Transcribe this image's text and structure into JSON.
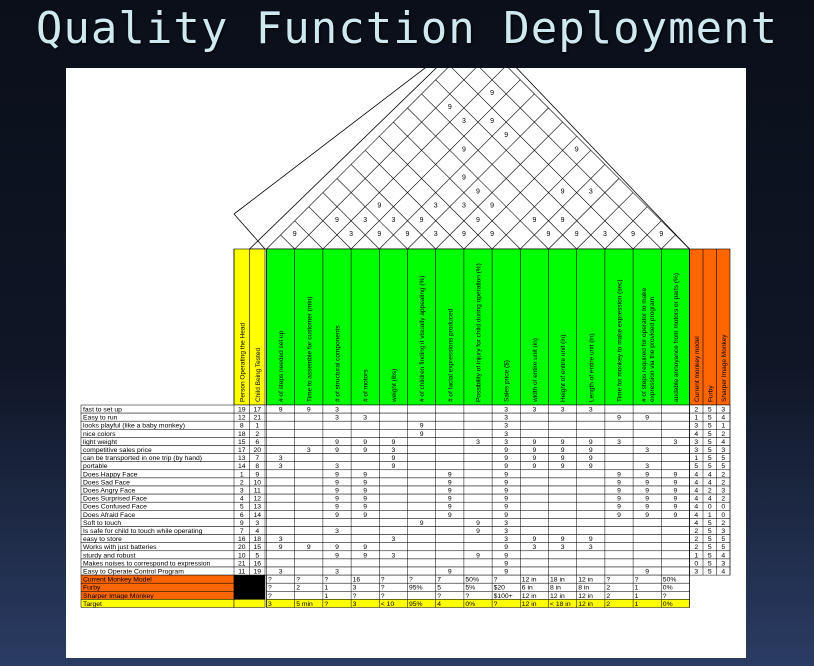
{
  "title": "Quality Function Deployment",
  "who_headers": [
    "Person Operating the Head",
    "Child Being Tested"
  ],
  "eng_headers": [
    "# of steps needed set up",
    "Time to assemble for customer (min)",
    "# of structural components",
    "# of motors",
    "weight (lbs)",
    "# of children finding it visually appealing (%)",
    "# of facial expressions produced",
    "Possibility of injury for child during operation (%)",
    "Sales price ($)",
    "width of entire unit (in)",
    "Height of entire unit (in)",
    "Length of entire unit (in)",
    "Time for monkey to make expression (sec)",
    "# of steps required for operator to make expression via the provided program",
    "audable annoyance from motors or parts (%)"
  ],
  "bench_headers": [
    "Current monkey model",
    "Furby",
    "Sharper Image Monkey"
  ],
  "rows": [
    {
      "label": "fast to set up",
      "w": [
        "19",
        "17"
      ],
      "c": [
        "9",
        "9",
        "3",
        "",
        "",
        "",
        "",
        "",
        "3",
        "3",
        "3",
        "3",
        "",
        "",
        ""
      ],
      "b": [
        "2",
        "5",
        "3"
      ]
    },
    {
      "label": "Easy to run",
      "w": [
        "12",
        "21"
      ],
      "c": [
        "",
        "",
        "3",
        "3",
        "",
        "",
        "",
        "",
        "3",
        "",
        "",
        "",
        "9",
        "9",
        ""
      ],
      "b": [
        "1",
        "5",
        "4"
      ]
    },
    {
      "label": "looks playful (like a baby monkey)",
      "w": [
        "8",
        "1"
      ],
      "c": [
        "",
        "",
        "",
        "",
        "",
        "9",
        "",
        "",
        "3",
        "",
        "",
        "",
        "",
        "",
        ""
      ],
      "b": [
        "3",
        "5",
        "1"
      ]
    },
    {
      "label": "nice colors",
      "w": [
        "18",
        "2"
      ],
      "c": [
        "",
        "",
        "",
        "",
        "",
        "9",
        "",
        "",
        "3",
        "",
        "",
        "",
        "",
        "",
        ""
      ],
      "b": [
        "4",
        "5",
        "2"
      ]
    },
    {
      "label": "light weight",
      "w": [
        "15",
        "6"
      ],
      "c": [
        "",
        "",
        "9",
        "9",
        "9",
        "",
        "",
        "3",
        "3",
        "9",
        "9",
        "9",
        "3",
        "",
        "3"
      ],
      "b": [
        "3",
        "5",
        "4"
      ]
    },
    {
      "label": "competitive sales price",
      "w": [
        "17",
        "20"
      ],
      "c": [
        "",
        "3",
        "9",
        "9",
        "3",
        "",
        "",
        "",
        "9",
        "9",
        "9",
        "9",
        "",
        "3",
        ""
      ],
      "b": [
        "3",
        "5",
        "3"
      ]
    },
    {
      "label": "can be transported in one trip (by hand)",
      "w": [
        "13",
        "7"
      ],
      "c": [
        "3",
        "",
        "",
        "",
        "9",
        "",
        "",
        "",
        "9",
        "9",
        "9",
        "9",
        "",
        "",
        ""
      ],
      "b": [
        "1",
        "5",
        "5"
      ]
    },
    {
      "label": "portable",
      "w": [
        "14",
        "8"
      ],
      "c": [
        "3",
        "",
        "3",
        "",
        "9",
        "",
        "",
        "",
        "9",
        "9",
        "9",
        "9",
        "",
        "3",
        ""
      ],
      "b": [
        "5",
        "5",
        "5"
      ]
    },
    {
      "label": "Does Happy Face",
      "w": [
        "1",
        "9"
      ],
      "c": [
        "",
        "",
        "9",
        "9",
        "",
        "",
        "9",
        "",
        "9",
        "",
        "",
        "",
        "9",
        "9",
        "9"
      ],
      "b": [
        "4",
        "4",
        "2"
      ]
    },
    {
      "label": "Does Sad Face",
      "w": [
        "2",
        "10"
      ],
      "c": [
        "",
        "",
        "9",
        "9",
        "",
        "",
        "9",
        "",
        "9",
        "",
        "",
        "",
        "9",
        "9",
        "9"
      ],
      "b": [
        "4",
        "4",
        "2"
      ]
    },
    {
      "label": "Does Angry Face",
      "w": [
        "3",
        "11"
      ],
      "c": [
        "",
        "",
        "9",
        "9",
        "",
        "",
        "9",
        "",
        "9",
        "",
        "",
        "",
        "9",
        "9",
        "9"
      ],
      "b": [
        "4",
        "2",
        "3"
      ]
    },
    {
      "label": "Does Surprised Face",
      "w": [
        "4",
        "12"
      ],
      "c": [
        "",
        "",
        "9",
        "9",
        "",
        "",
        "9",
        "",
        "9",
        "",
        "",
        "",
        "9",
        "9",
        "9"
      ],
      "b": [
        "4",
        "4",
        "2"
      ]
    },
    {
      "label": "Does Confused Face",
      "w": [
        "5",
        "13"
      ],
      "c": [
        "",
        "",
        "9",
        "9",
        "",
        "",
        "9",
        "",
        "9",
        "",
        "",
        "",
        "9",
        "9",
        "9"
      ],
      "b": [
        "4",
        "0",
        "0"
      ]
    },
    {
      "label": "Does Afraid Face",
      "w": [
        "6",
        "14"
      ],
      "c": [
        "",
        "",
        "9",
        "9",
        "",
        "",
        "9",
        "",
        "9",
        "",
        "",
        "",
        "9",
        "9",
        "9"
      ],
      "b": [
        "4",
        "1",
        "0"
      ]
    },
    {
      "label": "Soft to touch",
      "w": [
        "9",
        "3"
      ],
      "c": [
        "",
        "",
        "",
        "",
        "",
        "9",
        "",
        "9",
        "3",
        "",
        "",
        "",
        "",
        "",
        ""
      ],
      "b": [
        "4",
        "5",
        "2"
      ]
    },
    {
      "label": "Is safe for child to touch while operating",
      "w": [
        "7",
        "4"
      ],
      "c": [
        "",
        "",
        "3",
        "",
        "",
        "",
        "",
        "9",
        "3",
        "",
        "",
        "",
        "",
        "",
        ""
      ],
      "b": [
        "2",
        "5",
        "3"
      ]
    },
    {
      "label": "easy to store",
      "w": [
        "16",
        "18"
      ],
      "c": [
        "3",
        "",
        "",
        "",
        "3",
        "",
        "",
        "",
        "3",
        "9",
        "9",
        "9",
        "",
        "",
        ""
      ],
      "b": [
        "2",
        "5",
        "5"
      ]
    },
    {
      "label": "Works with just batteries",
      "w": [
        "20",
        "15"
      ],
      "c": [
        "9",
        "9",
        "9",
        "9",
        "",
        "",
        "",
        "",
        "9",
        "3",
        "3",
        "3",
        "",
        "",
        ""
      ],
      "b": [
        "2",
        "5",
        "5"
      ]
    },
    {
      "label": "sturdy and robust",
      "w": [
        "10",
        "5"
      ],
      "c": [
        "",
        "",
        "9",
        "9",
        "3",
        "",
        "",
        "9",
        "9",
        "",
        "",
        "",
        "",
        "",
        ""
      ],
      "b": [
        "1",
        "5",
        "4"
      ]
    },
    {
      "label": "Makes noises to correspond to expression",
      "w": [
        "21",
        "16"
      ],
      "c": [
        "",
        "",
        "",
        "",
        "",
        "",
        "",
        "",
        "9",
        "",
        "",
        "",
        "",
        "",
        ""
      ],
      "b": [
        "0",
        "5",
        "3"
      ]
    },
    {
      "label": "Easy to Operate Control Program",
      "w": [
        "11",
        "19"
      ],
      "c": [
        "3",
        "",
        "3",
        "",
        "",
        "",
        "9",
        "",
        "9",
        "",
        "",
        "",
        "",
        "9",
        ""
      ],
      "b": [
        "3",
        "5",
        "4"
      ]
    }
  ],
  "bench_rows": [
    {
      "label": "Current Monkey  Model",
      "c": [
        "?",
        "?",
        "?",
        "16",
        "?",
        "?",
        "7",
        "50%",
        "?",
        "12 in",
        "18 in",
        "12 in",
        "?",
        "?",
        "50%"
      ]
    },
    {
      "label": "Furby",
      "c": [
        "?",
        "2",
        "1",
        "3",
        "?",
        "95%",
        "5",
        "5%",
        "$20",
        "6 in",
        "8 in",
        "8 in",
        "2",
        "1",
        "0%"
      ]
    },
    {
      "label": "Sharper Image Monkey",
      "c": [
        "?",
        "",
        "1",
        "?",
        "?",
        "",
        "?",
        "?",
        "$100+",
        "12 in",
        "12 in",
        "12 in",
        "2",
        "1",
        "?"
      ]
    }
  ],
  "target_row": {
    "label": "Target",
    "c": [
      "3",
      "5 min",
      "?",
      "3",
      "< 10",
      "95%",
      "4",
      "0%",
      "?",
      "12 in",
      "< 18 in",
      "12 in",
      "2",
      "1",
      "0%"
    ]
  },
  "roof": [
    {
      "i": 0,
      "j": 1,
      "v": "9"
    },
    {
      "i": 1,
      "j": 3,
      "v": "9"
    },
    {
      "i": 2,
      "j": 3,
      "v": "3"
    },
    {
      "i": 2,
      "j": 4,
      "v": "3"
    },
    {
      "i": 3,
      "j": 4,
      "v": "9"
    },
    {
      "i": 2,
      "j": 5,
      "v": "9"
    },
    {
      "i": 3,
      "j": 5,
      "v": "3"
    },
    {
      "i": 4,
      "j": 5,
      "v": "9"
    },
    {
      "i": 4,
      "j": 6,
      "v": "9"
    },
    {
      "i": 5,
      "j": 6,
      "v": "3"
    },
    {
      "i": 4,
      "j": 7,
      "v": "3"
    },
    {
      "i": 6,
      "j": 7,
      "v": "9"
    },
    {
      "i": 5,
      "j": 8,
      "v": "3"
    },
    {
      "i": 6,
      "j": 8,
      "v": "9"
    },
    {
      "i": 7,
      "j": 8,
      "v": "9"
    },
    {
      "i": 4,
      "j": 9,
      "v": "9"
    },
    {
      "i": 5,
      "j": 9,
      "v": "9"
    },
    {
      "i": 6,
      "j": 9,
      "v": "9"
    },
    {
      "i": 3,
      "j": 10,
      "v": "9"
    },
    {
      "i": 8,
      "j": 10,
      "v": "9"
    },
    {
      "i": 9,
      "j": 10,
      "v": "9"
    },
    {
      "i": 1,
      "j": 11,
      "v": "9"
    },
    {
      "i": 2,
      "j": 11,
      "v": "3"
    },
    {
      "i": 9,
      "j": 11,
      "v": "9"
    },
    {
      "i": 10,
      "j": 11,
      "v": "9"
    },
    {
      "i": 3,
      "j": 12,
      "v": "9"
    },
    {
      "i": 4,
      "j": 12,
      "v": "9"
    },
    {
      "i": 8,
      "j": 12,
      "v": "9"
    },
    {
      "i": 11,
      "j": 12,
      "v": "3"
    },
    {
      "i": 2,
      "j": 13,
      "v": "9"
    },
    {
      "i": 9,
      "j": 13,
      "v": "3"
    },
    {
      "i": 12,
      "j": 13,
      "v": "9"
    },
    {
      "i": 7,
      "j": 14,
      "v": "9"
    },
    {
      "i": 13,
      "j": 14,
      "v": "9"
    }
  ],
  "colors": {
    "who": "#ffff00",
    "eng": "#00ff00",
    "bench": "#ff6600",
    "target": "#ffff00",
    "black_box": "#000000"
  }
}
